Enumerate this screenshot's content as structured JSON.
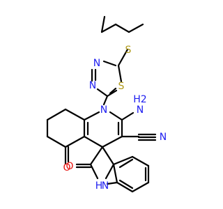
{
  "molecule": {
    "atoms": {
      "s_thioether": "S",
      "n_thiadiazole_a": "N",
      "n_thiadiazole_b": "N",
      "s_ring": "S",
      "n_ring": "N",
      "amino": "NH2",
      "n_nitrile": "N",
      "o_ketone": "O",
      "o_lactam": "O",
      "nh_indole": "H\nN",
      "n_amino_label": "N"
    },
    "labels": {
      "amino_n": "N",
      "amino_h2": "H2",
      "indole_h": "H",
      "indole_n": "N"
    },
    "colors": {
      "carbon": "#000000",
      "nitrogen": "#1c1cf0",
      "oxygen": "#e8130f",
      "sulfur": "#b09a18"
    }
  }
}
